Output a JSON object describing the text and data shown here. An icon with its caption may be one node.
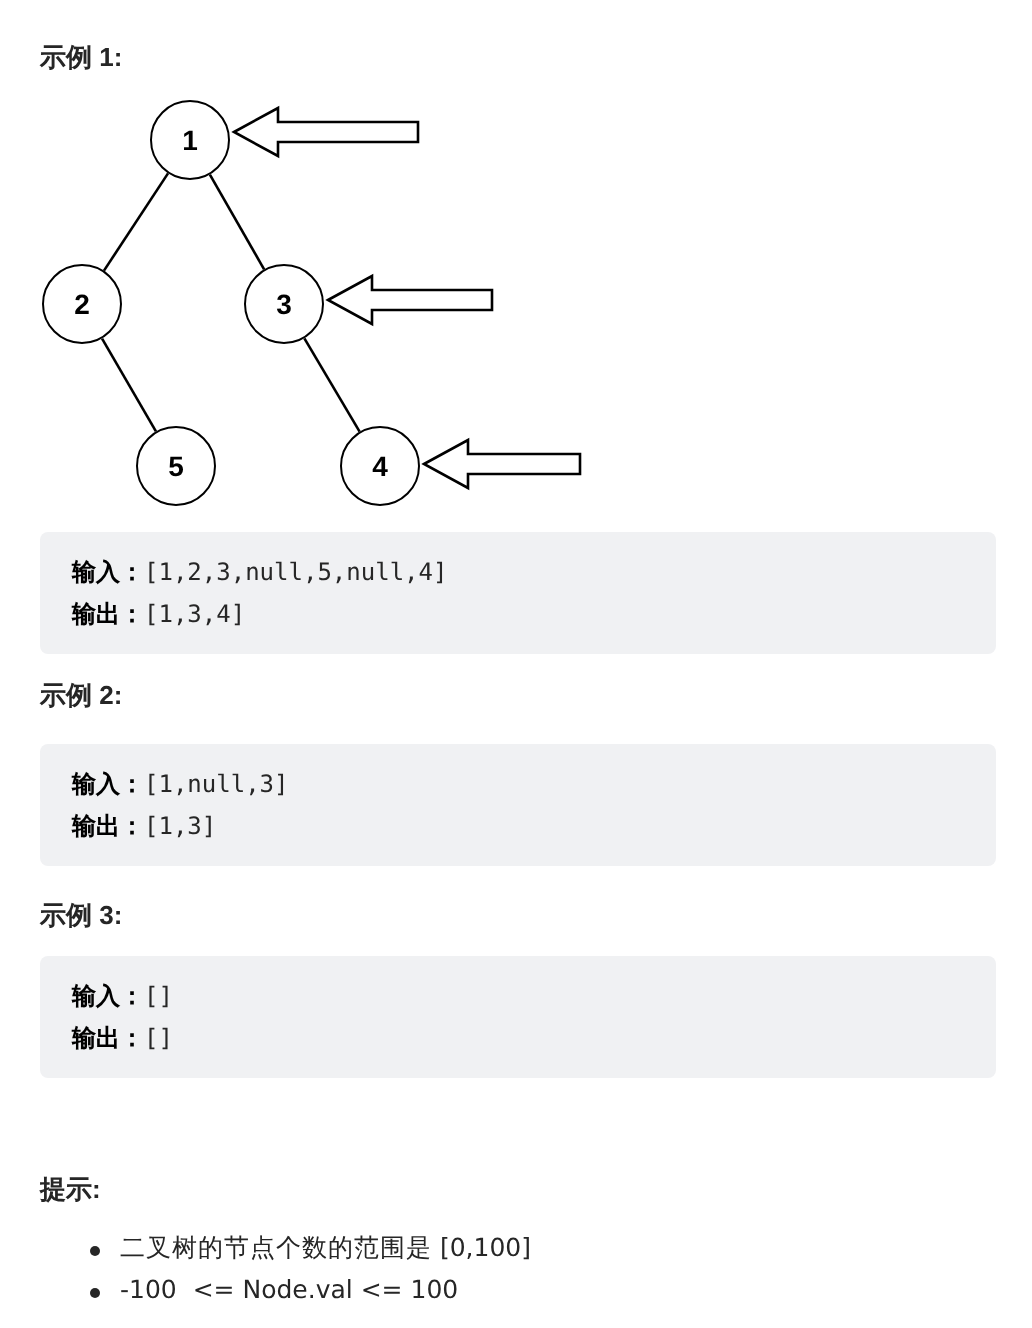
{
  "diagram": {
    "nodes": [
      {
        "text": [
          "1"
        ]
      },
      {
        "text": [
          "2"
        ]
      },
      {
        "text": [
          "3"
        ]
      },
      {
        "text": [
          "5"
        ]
      },
      {
        "text": [
          "4"
        ]
      }
    ],
    "edges": [
      {
        "from": 0,
        "to": 1,
        "arrow": "none"
      },
      {
        "from": 0,
        "to": 2,
        "arrow": "none"
      },
      {
        "from": 1,
        "to": 3,
        "arrow": "none"
      },
      {
        "from": 2,
        "to": 4,
        "arrow": "none"
      },
      {
        "from": null,
        "to": 0,
        "arrow": "to"
      },
      {
        "from": null,
        "to": 2,
        "arrow": "to"
      },
      {
        "from": null,
        "to": 4,
        "arrow": "to"
      }
    ],
    "labels": [
      "示例 1:",
      "**输入：**[1,2,3,null,5,null,4]",
      "**输出：**[1,3,4]",
      "示例 2:",
      "**输入：**[1,null,3]",
      "**输出：**[1,3]",
      "示例 3:",
      "**输入：**[]",
      "**输出：**[]",
      "提示:",
      "二叉树的节点个数的范围是 [0,100]",
      "-100  <= Node.val <= 100"
    ]
  }
}
